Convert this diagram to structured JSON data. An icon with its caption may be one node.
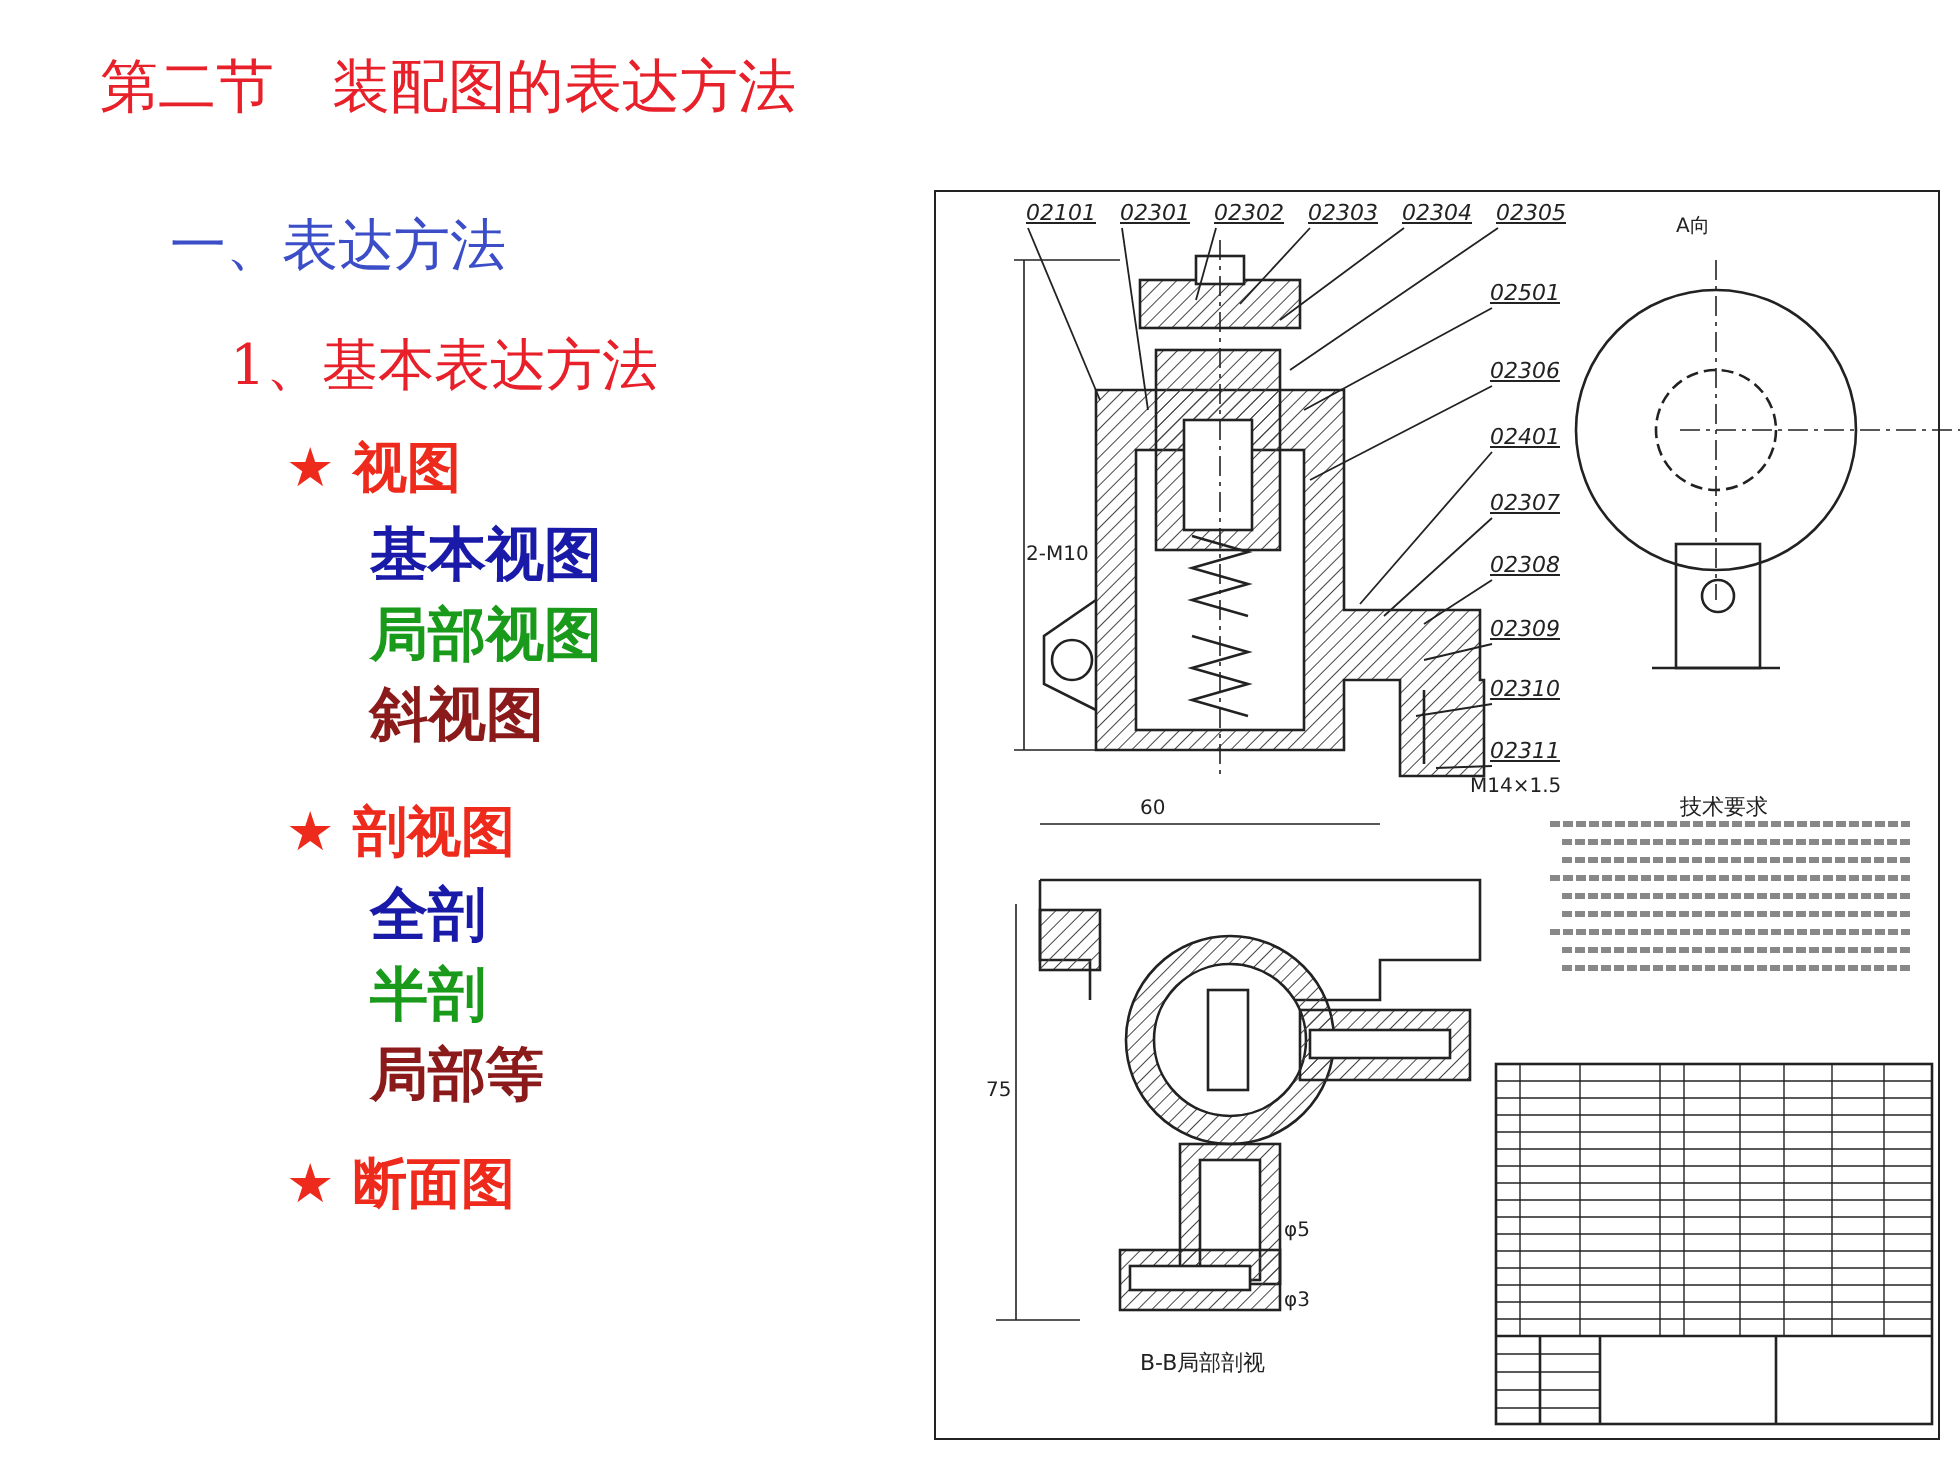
{
  "diagram": {
    "title": "第二节　装配图的表达方法",
    "nodes": [
      {
        "text": [
          "02101"
        ]
      },
      {
        "text": [
          "02301"
        ]
      },
      {
        "text": [
          "02302"
        ]
      },
      {
        "text": [
          "02303"
        ]
      },
      {
        "text": [
          "02304"
        ]
      },
      {
        "text": [
          "02305"
        ]
      },
      {
        "text": [
          "02501"
        ]
      },
      {
        "text": [
          "02306"
        ]
      },
      {
        "text": [
          "02401"
        ]
      },
      {
        "text": [
          "02307"
        ]
      },
      {
        "text": [
          "02308"
        ]
      },
      {
        "text": [
          "02309"
        ]
      },
      {
        "text": [
          "02310"
        ]
      },
      {
        "text": [
          "02311"
        ]
      }
    ],
    "edges": [
      {
        "from": 0,
        "to": null,
        "arrow": "none"
      },
      {
        "from": 1,
        "to": null,
        "arrow": "none"
      },
      {
        "from": 2,
        "to": null,
        "arrow": "none"
      },
      {
        "from": 3,
        "to": null,
        "arrow": "none"
      },
      {
        "from": 4,
        "to": null,
        "arrow": "none"
      },
      {
        "from": 5,
        "to": null,
        "arrow": "none"
      },
      {
        "from": 6,
        "to": null,
        "arrow": "none"
      },
      {
        "from": 7,
        "to": null,
        "arrow": "none"
      },
      {
        "from": 8,
        "to": null,
        "arrow": "none"
      },
      {
        "from": 9,
        "to": null,
        "arrow": "none"
      },
      {
        "from": 10,
        "to": null,
        "arrow": "none"
      },
      {
        "from": 11,
        "to": null,
        "arrow": "none"
      },
      {
        "from": 12,
        "to": null,
        "arrow": "none"
      },
      {
        "from": 13,
        "to": null,
        "arrow": "none"
      }
    ],
    "labels": [
      "一、表达方法",
      "1、基本表达方法",
      "★ 视图",
      "基本视图",
      "局部视图",
      "斜视图",
      "★ 剖视图",
      "全剖",
      "半剖",
      "局部等",
      "★ 断面图",
      "A向",
      "2-M10",
      "M14×1.5",
      "60",
      "75",
      "φ5",
      "φ3",
      "技术要求",
      "B-B局部剖视"
    ]
  }
}
